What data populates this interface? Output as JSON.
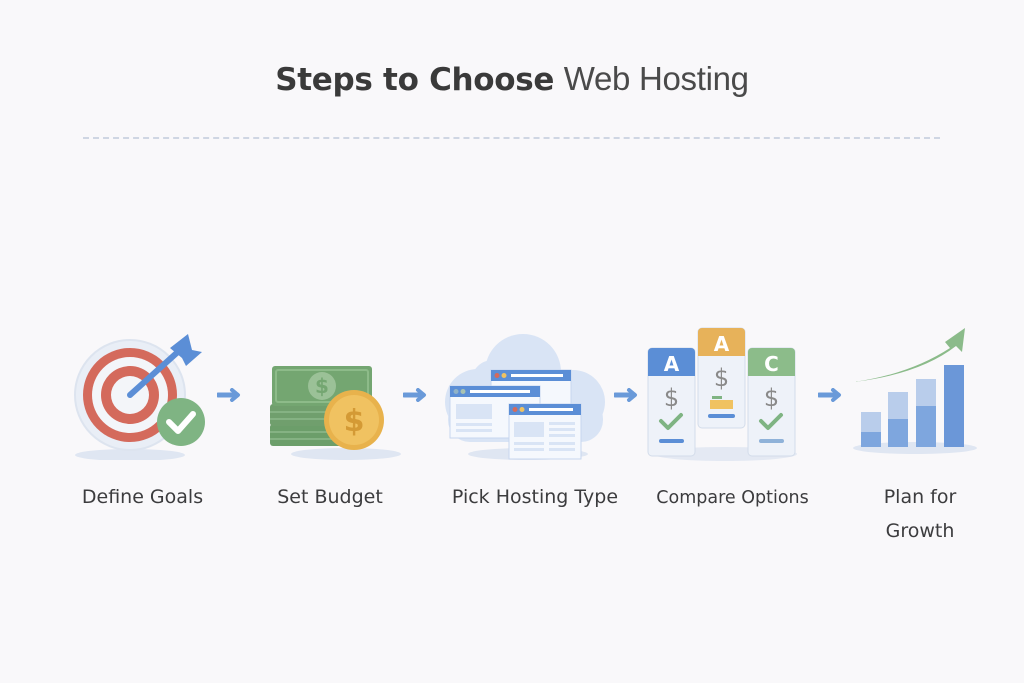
{
  "title": {
    "bold": "Steps to Choose",
    "light": "Web Hosting"
  },
  "steps": [
    {
      "label": "Define Goals",
      "icon": "target-with-check-icon"
    },
    {
      "label": "Set Budget",
      "icon": "money-stack-coin-icon"
    },
    {
      "label": "Pick Hosting Type",
      "icon": "cloud-windows-icon"
    },
    {
      "label": "Compare Options",
      "icon": "comparison-cards-icon"
    },
    {
      "label_line1": "Plan for",
      "label_line2": "Growth",
      "icon": "growth-chart-icon"
    }
  ],
  "compare_cards": [
    {
      "letter": "A",
      "color": "#5b8ed6"
    },
    {
      "letter": "A",
      "color": "#e7b25a"
    },
    {
      "letter": "C",
      "color": "#8cbc8a"
    }
  ],
  "currency_symbol": "$",
  "colors": {
    "accent_blue": "#5b8ed6",
    "target_red": "#d46a5c",
    "check_green": "#7fb483",
    "money_green": "#6c9e6a",
    "coin_gold": "#f0be55",
    "cloud_blue": "#d9e4f5",
    "arrow_green": "#8bbb8a"
  }
}
